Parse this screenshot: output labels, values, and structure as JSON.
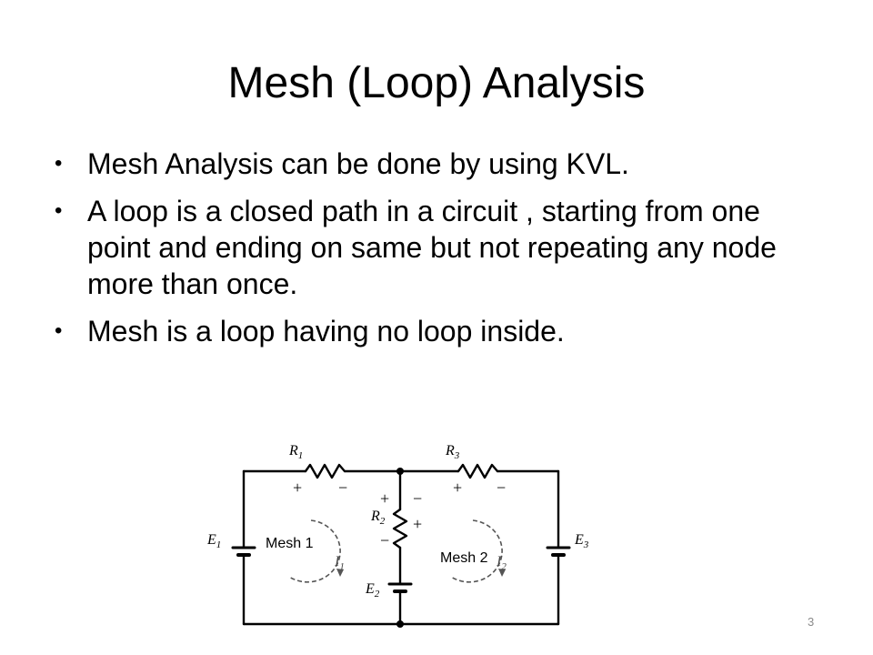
{
  "slide": {
    "title": "Mesh (Loop) Analysis",
    "bullets": [
      "Mesh Analysis can be done by using KVL.",
      "A loop is a closed path in a circuit , starting from one point and ending on same but not repeating any node more than once.",
      "Mesh is a loop having no loop inside."
    ],
    "bullet_symbol": "•",
    "page_number": "3"
  },
  "circuit": {
    "r1_letter": "R",
    "r1_sub": "1",
    "r2_letter": "R",
    "r2_sub": "2",
    "r3_letter": "R",
    "r3_sub": "3",
    "e1_letter": "E",
    "e1_sub": "1",
    "e2_letter": "E",
    "e2_sub": "2",
    "e3_letter": "E",
    "e3_sub": "3",
    "i1_letter": "I",
    "i1_sub": "1",
    "i2_letter": "I",
    "i2_sub": "2",
    "plus": "+",
    "minus": "−",
    "mesh1_label": "Mesh 1",
    "mesh2_label": "Mesh 2"
  }
}
